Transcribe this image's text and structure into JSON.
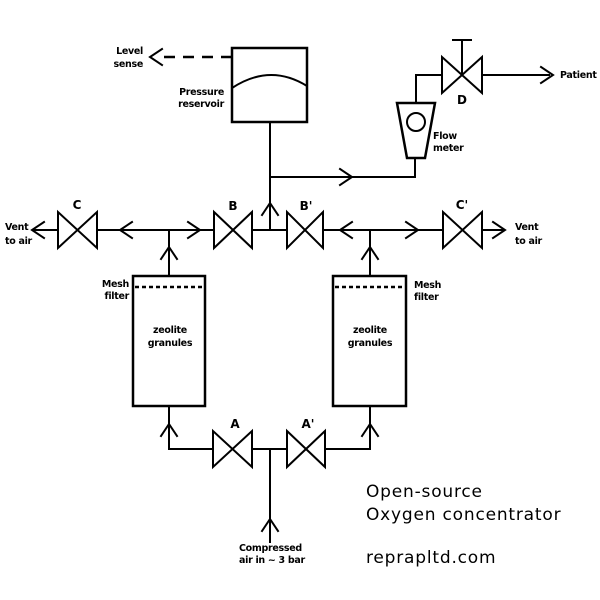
{
  "colors": {
    "background": "#ffffff",
    "line": "#000000",
    "text": "#000000"
  },
  "valves": {
    "a": "A",
    "a_prime": "A'",
    "b": "B",
    "b_prime": "B'",
    "c": "C",
    "c_prime": "C'",
    "d": "D"
  },
  "labels": {
    "level_sense": [
      "Level",
      "sense"
    ],
    "pressure_reservoir": [
      "Pressure",
      "reservoir"
    ],
    "flow_meter": [
      "Flow",
      "meter"
    ],
    "patient": "Patient",
    "vent_left": [
      "Vent",
      "to air"
    ],
    "vent_right": [
      "Vent",
      "to air"
    ],
    "mesh_filter_left": [
      "Mesh",
      "filter"
    ],
    "mesh_filter_right": [
      "Mesh",
      "filter"
    ],
    "zeolite_left": [
      "zeolite",
      "granules"
    ],
    "zeolite_right": [
      "zeolite",
      "granules"
    ],
    "compressed_air": [
      "Compressed",
      "air in ~ 3 bar"
    ]
  },
  "caption": [
    "Open-source",
    "Oxygen concentrator",
    "reprapltd.com"
  ]
}
